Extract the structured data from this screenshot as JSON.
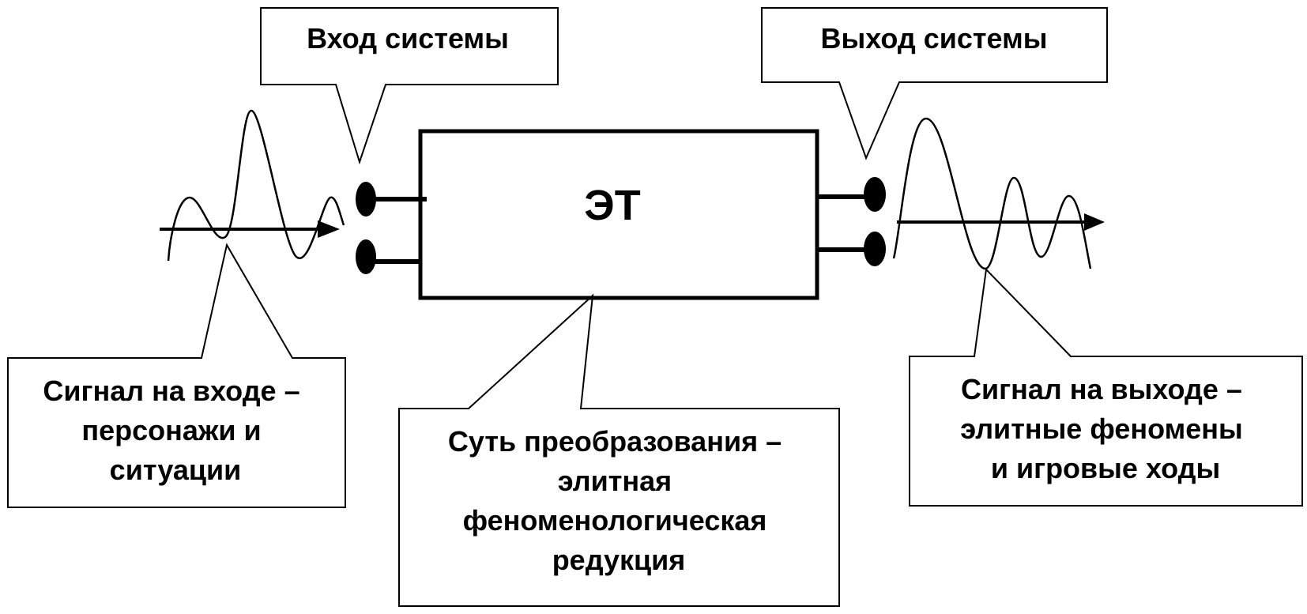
{
  "center_block": {
    "label": "ЭТ"
  },
  "callouts": {
    "system_input": {
      "lines": [
        "Вход системы"
      ]
    },
    "system_output": {
      "lines": [
        "Выход системы"
      ]
    },
    "input_signal": {
      "lines": [
        "Сигнал на входе –",
        "персонажи и",
        "ситуации"
      ]
    },
    "transformation": {
      "lines": [
        "Суть преобразования –",
        "элитная",
        "феноменологическая",
        "редукция"
      ]
    },
    "output_signal": {
      "lines": [
        "Сигнал на выходе –",
        "элитные феномены",
        "и игровые ходы"
      ]
    }
  }
}
